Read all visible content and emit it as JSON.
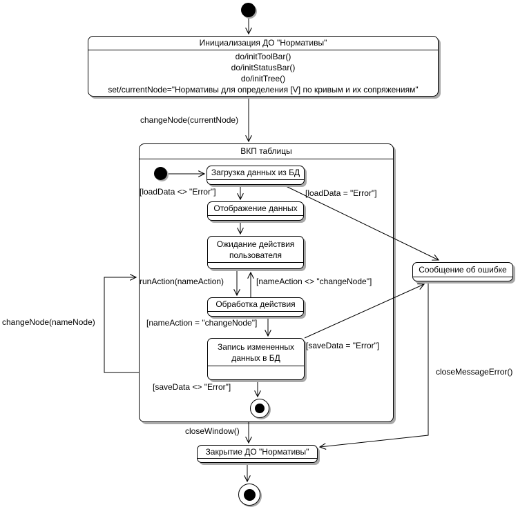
{
  "states": {
    "init": {
      "title": "Инициализация ДО \"Нормативы\"",
      "actions": [
        "do/initToolBar()",
        "do/initStatusBar()",
        "do/initTree()",
        "set/currentNode=\"Нормативы для определения [V] по кривым и их сопряжениям\""
      ]
    },
    "composite": {
      "title": "ВКП таблицы"
    },
    "load": {
      "title": "Загрузка данных из БД"
    },
    "display": {
      "title": "Отображение данных"
    },
    "wait": {
      "title": "Ожидание действия пользователя"
    },
    "process": {
      "title": "Обработка действия"
    },
    "save": {
      "title": "Запись измененных данных в БД"
    },
    "error": {
      "title": "Сообщение об ошибке"
    },
    "close": {
      "title": "Закрытие ДО \"Нормативы\""
    }
  },
  "transitions": {
    "change_node_current": "changeNode(currentNode)",
    "load_ok": "[loadData <> \"Error\"]",
    "load_err": "[loadData = \"Error\"]",
    "run_action": "runAction(nameAction)",
    "action_not_change": "[nameAction <> \"changeNode\"]",
    "action_change": "[nameAction = \"changeNode\"]",
    "save_err": "[saveData = \"Error\"]",
    "save_ok": "[saveData <> \"Error\"]",
    "change_node_name": "changeNode(nameNode)",
    "close_window": "closeWindow()",
    "close_message_error": "closeMessageError()"
  },
  "colors": {
    "line": "#000000",
    "fill": "#ffffff",
    "shadow": "#a9a9a9"
  }
}
